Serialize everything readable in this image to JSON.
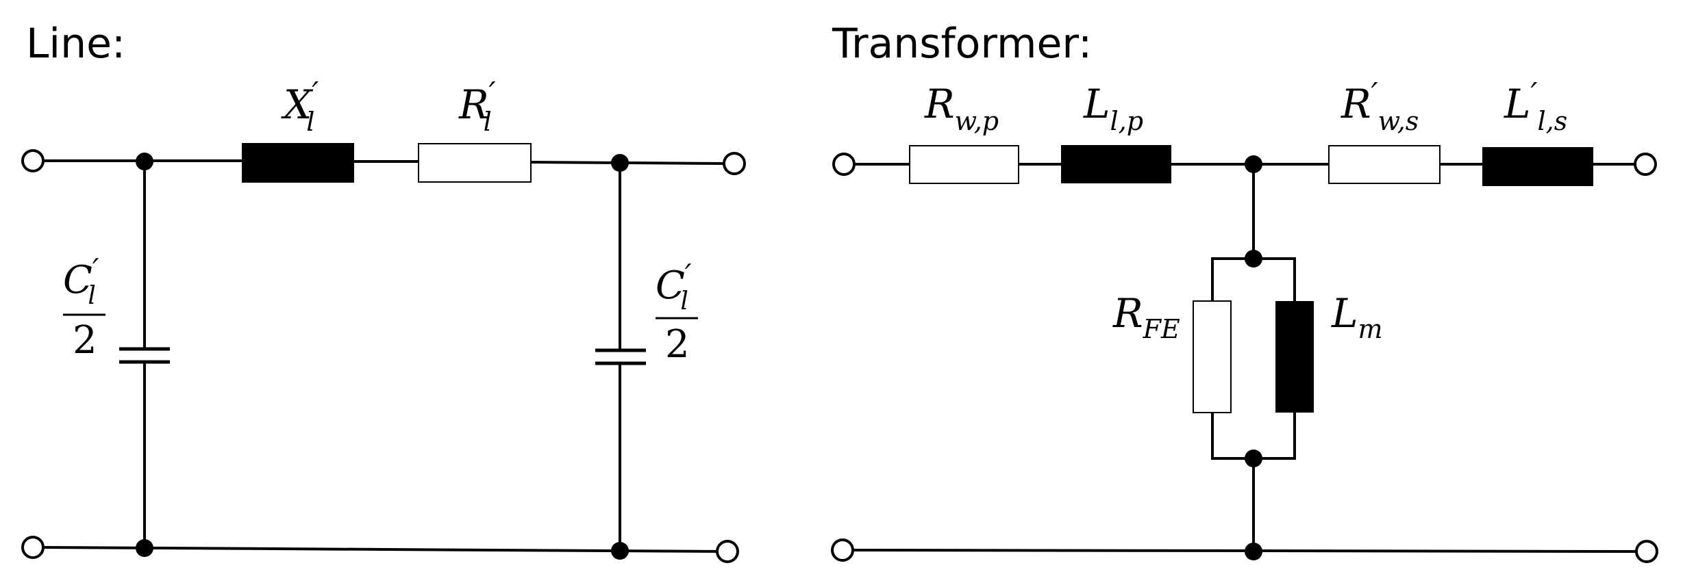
{
  "line_circuit": {
    "title": "Line:",
    "series_reactance": {
      "symbol": "X",
      "prime": "′",
      "subscript": "l"
    },
    "series_resistance": {
      "symbol": "R",
      "prime": "′",
      "subscript": "l"
    },
    "shunt_capacitance_left": {
      "symbol": "C",
      "prime": "′",
      "subscript": "l",
      "denominator": "2"
    },
    "shunt_capacitance_right": {
      "symbol": "C",
      "prime": "′",
      "subscript": "l",
      "denominator": "2"
    }
  },
  "transformer_circuit": {
    "title": "Transformer:",
    "primary_winding_resistance": {
      "symbol": "R",
      "subscript": "w,p"
    },
    "primary_leakage_inductance": {
      "symbol": "L",
      "subscript": "l,p"
    },
    "secondary_winding_resistance": {
      "symbol": "R",
      "prime": "′",
      "subscript": "w,s"
    },
    "secondary_leakage_inductance": {
      "symbol": "L",
      "prime": "′",
      "subscript": "l,s"
    },
    "core_loss_resistance": {
      "symbol": "R",
      "subscript": "FE"
    },
    "magnetizing_inductance": {
      "symbol": "L",
      "subscript": "m"
    }
  }
}
